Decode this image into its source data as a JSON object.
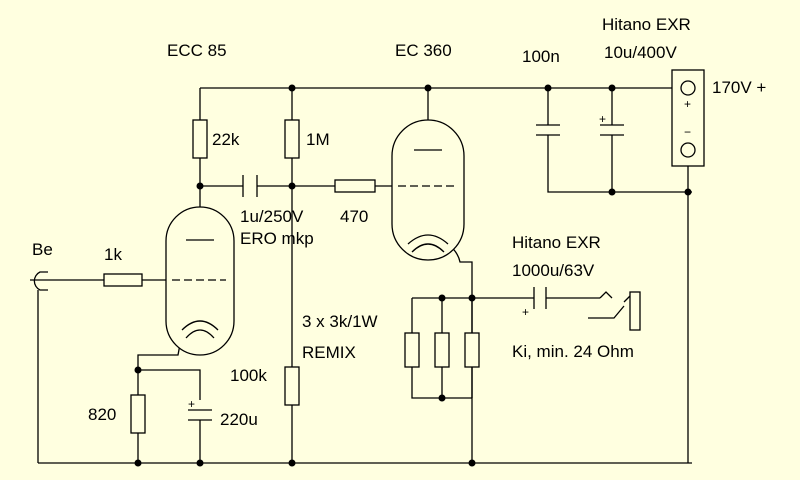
{
  "labels": {
    "tube1": "ECC 85",
    "tube2": "EC 360",
    "cap_100n": "100n",
    "psu_brand": "Hitano EXR",
    "psu_cap": "10u/400V",
    "supply": "170V +",
    "r_22k": "22k",
    "r_1m": "1M",
    "coupling_cap": "1u/250V",
    "coupling_type": "ERO mkp",
    "r_470": "470",
    "input": "Be",
    "r_1k": "1k",
    "out_cap_brand": "Hitano EXR",
    "out_cap": "1000u/63V",
    "load_res": "3 x 3k/1W",
    "load_type": "REMIX",
    "output": "Ki, min. 24 Ohm",
    "r_100k": "100k",
    "r_820": "820",
    "cath_cap": "220u",
    "plus": "+",
    "minus": "−"
  }
}
